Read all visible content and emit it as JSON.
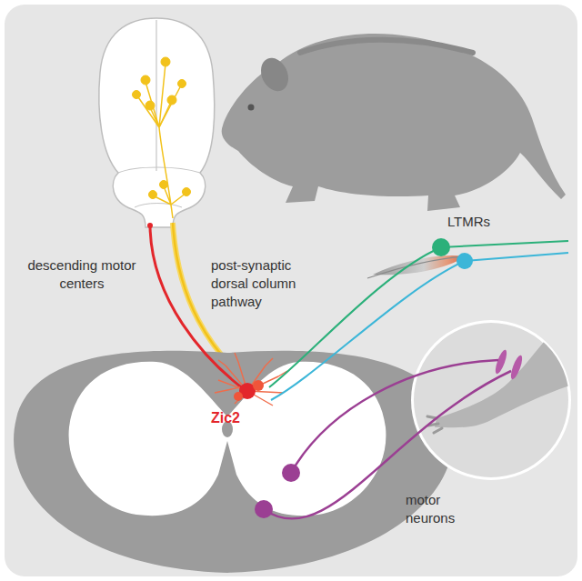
{
  "diagram": {
    "labels": [
      "descending motor centers",
      "post-synaptic dorsal column pathway",
      "LTMRs",
      "Zic2",
      "motor neurons"
    ]
  }
}
